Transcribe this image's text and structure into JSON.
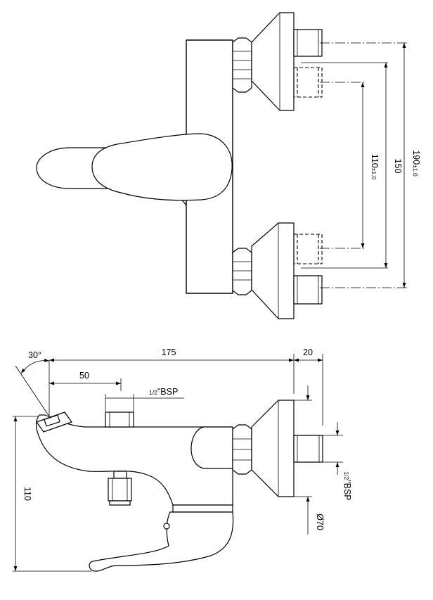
{
  "top_view": {
    "dim_190": "190",
    "dim_190_tol": "±1.0",
    "dim_150": "150",
    "dim_110": "110",
    "dim_110_tol": "±1.0"
  },
  "side_view": {
    "angle": "30°",
    "dim_175": "175",
    "dim_20": "20",
    "dim_50": "50",
    "dim_110": "110",
    "thread_top_frac": "1/2",
    "thread_top_unit": "\"BSP",
    "thread_side_frac": "1/2",
    "thread_side_unit": "\"BSP",
    "dia_70": "Ø70"
  }
}
